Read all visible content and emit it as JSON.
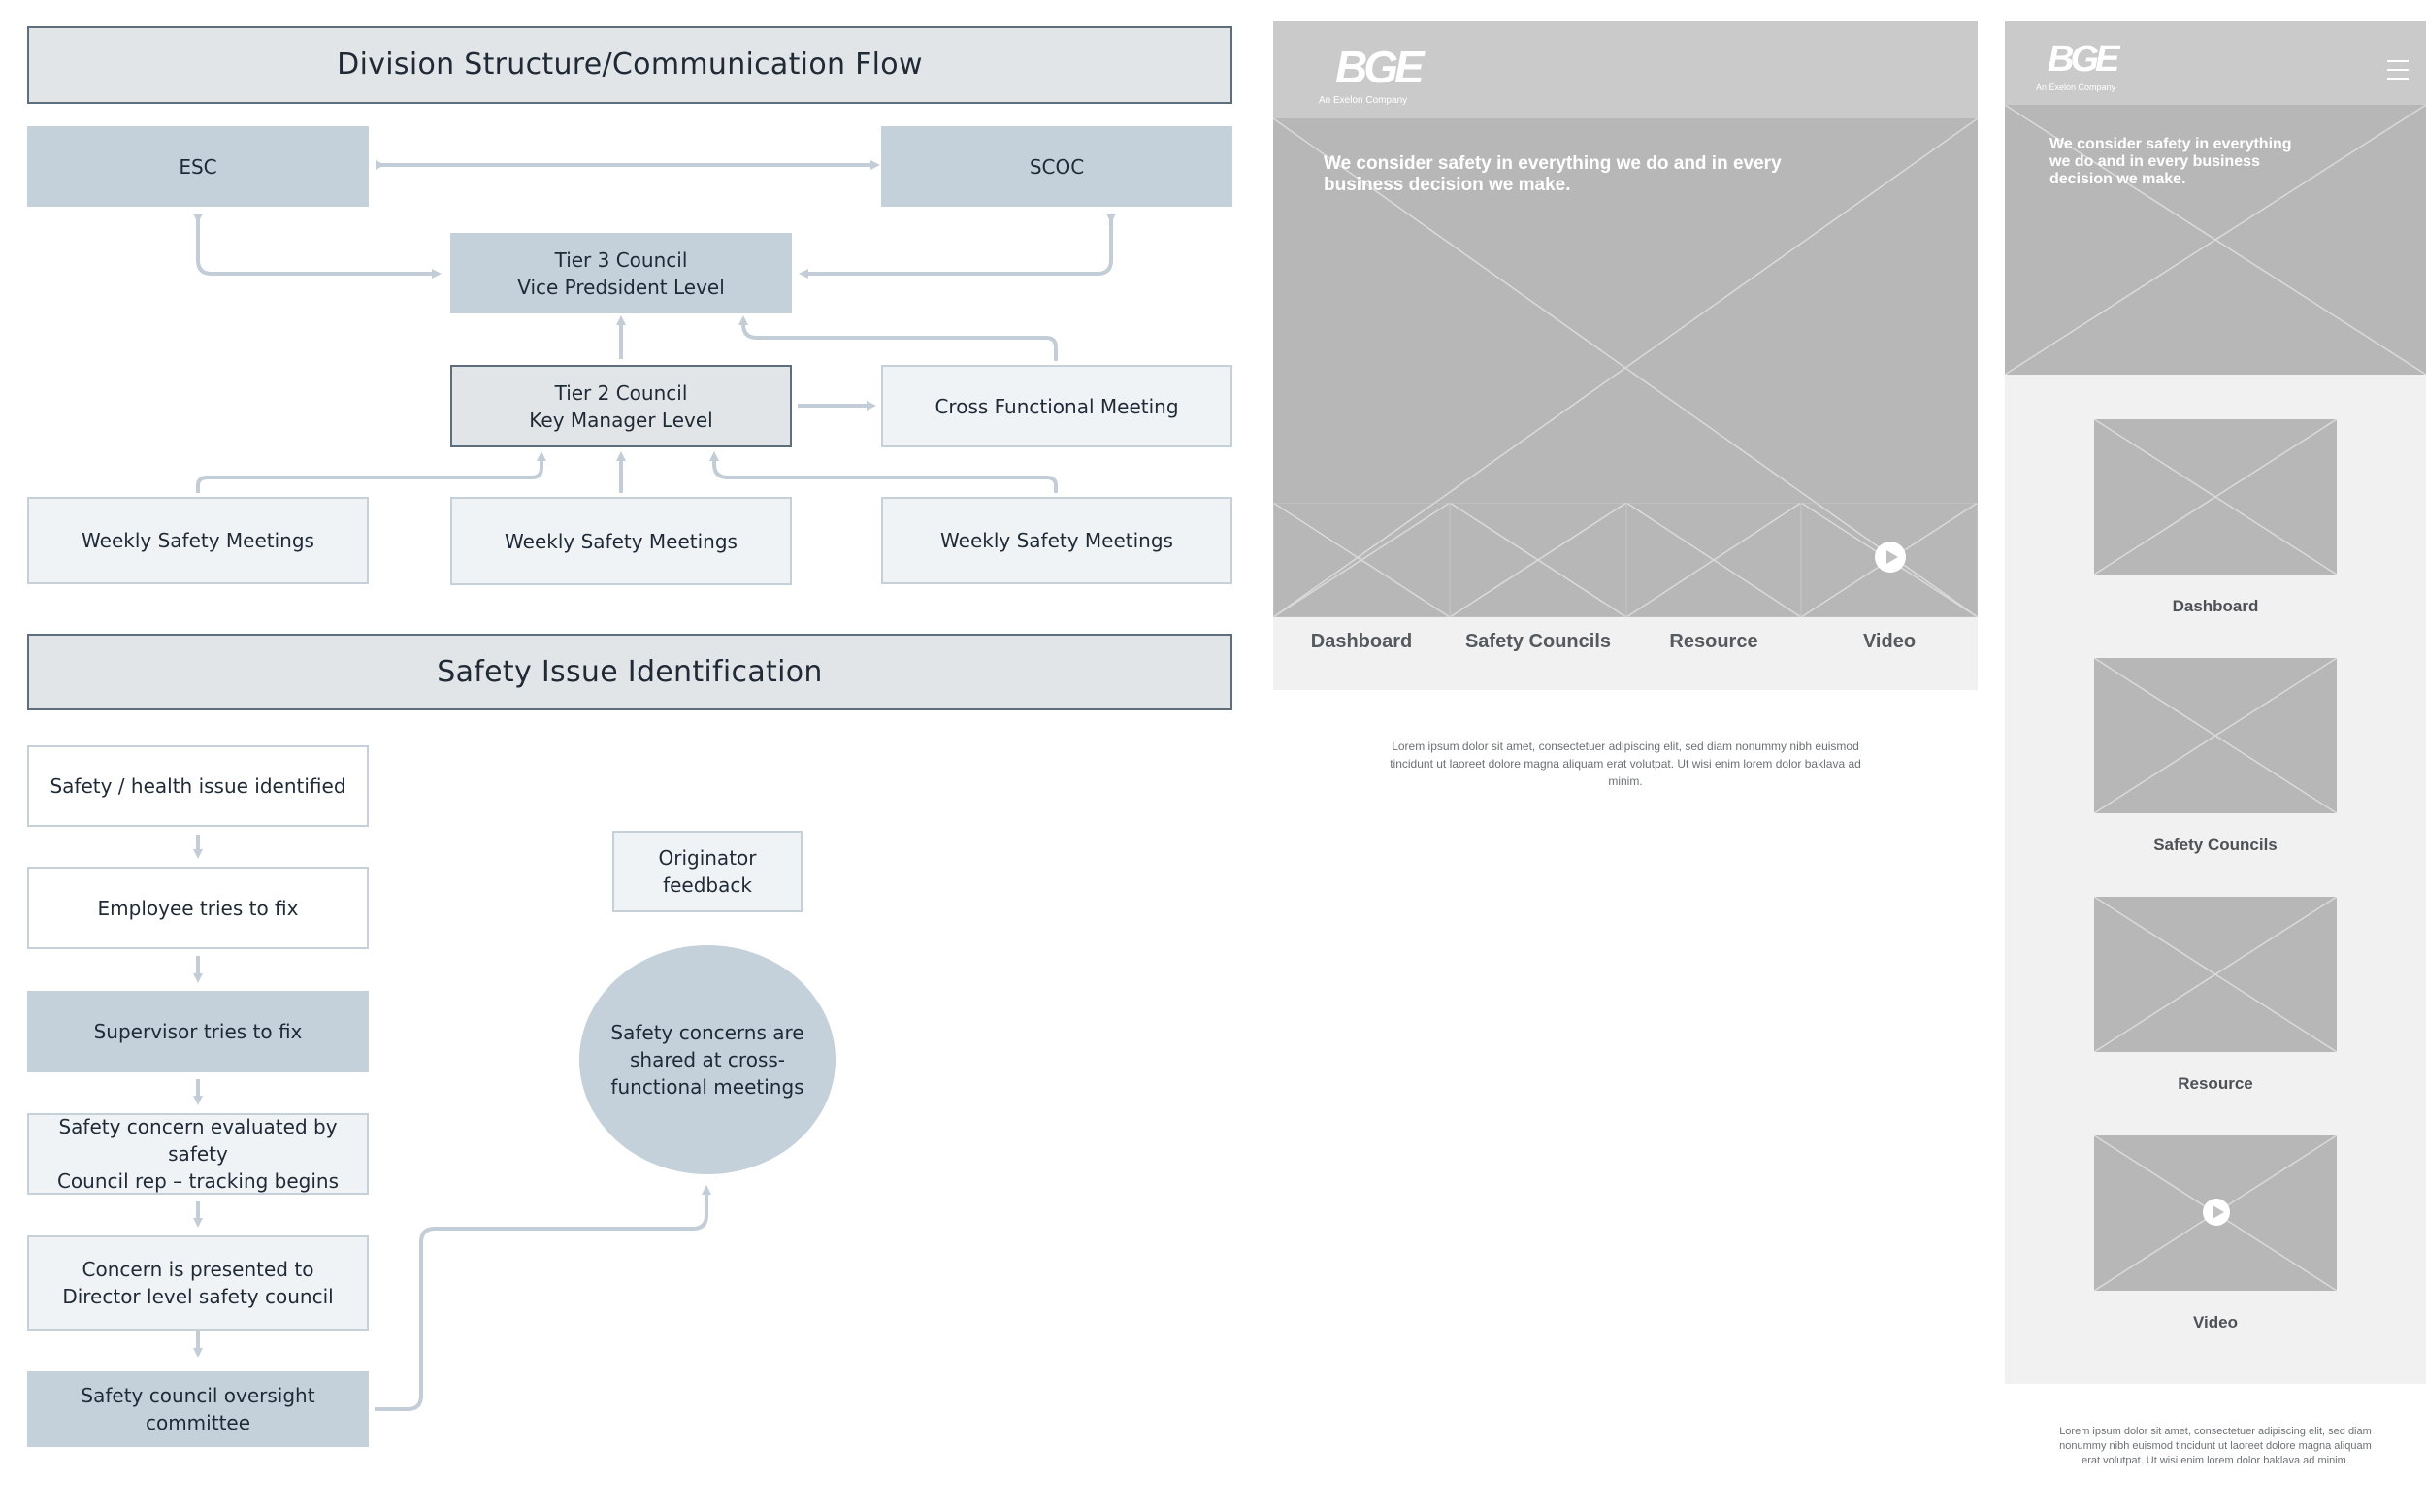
{
  "diagram": {
    "division_title": "Division Structure/Communication Flow",
    "esc": "ESC",
    "scoc": "SCOC",
    "tier3_line1": "Tier 3 Council",
    "tier3_line2": "Vice Predsident Level",
    "tier2_line1": "Tier 2 Council",
    "tier2_line2": "Key Manager Level",
    "cross_functional": "Cross Functional Meeting",
    "weekly_1": "Weekly Safety Meetings",
    "weekly_2": "Weekly Safety Meetings",
    "weekly_3": "Weekly Safety Meetings",
    "safety_title": "Safety Issue Identification",
    "step1": "Safety / health issue identified",
    "step2": "Employee tries to fix",
    "step3": "Supervisor tries to fix",
    "step4_line1": "Safety concern evaluated by safety",
    "step4_line2": "Council rep – tracking begins",
    "step5_line1": "Concern is presented to",
    "step5_line2": "Director level safety council",
    "step6": "Safety council oversight committee",
    "originator_line1": "Originator",
    "originator_line2": "feedback",
    "shared_line1": "Safety concerns are",
    "shared_line2": "shared at cross-",
    "shared_line3": "functional meetings"
  },
  "desktop": {
    "logo": "BGE",
    "logo_sub": "An Exelon Company",
    "hero_line1": "We consider safety in everything we do and in every",
    "hero_line2": "business decision we make.",
    "nav": [
      "Dashboard",
      "Safety Councils",
      "Resource",
      "Video"
    ],
    "lorem_line1": "Lorem ipsum dolor sit amet, consectetuer adipiscing elit, sed diam nonummy nibh euismod",
    "lorem_line2": "tincidunt ut laoreet dolore magna aliquam erat volutpat. Ut wisi enim lorem dolor baklava ad",
    "lorem_line3": "minim."
  },
  "mobile": {
    "logo": "BGE",
    "logo_sub": "An Exelon Company",
    "hero_line1": "We consider safety in everything",
    "hero_line2": "we do and in every business",
    "hero_line3": "decision we make.",
    "cards": [
      "Dashboard",
      "Safety Councils",
      "Resource",
      "Video"
    ],
    "lorem_line1": "Lorem ipsum dolor sit amet, consectetuer adipiscing elit, sed diam",
    "lorem_line2": "nonummy nibh euismod tincidunt ut laoreet dolore magna aliquam",
    "lorem_line3": "erat volutpat. Ut wisi enim lorem dolor baklava ad minim."
  },
  "colors": {
    "box_dark": "#c4d0da",
    "box_light": "#eff3f6",
    "header_bg": "#e2e5e8",
    "connector": "#c3cdd7",
    "wire_gray": "#b6b7b6",
    "wire_bar": "#c9cac9"
  },
  "icons": [
    "play-icon",
    "hamburger-menu-icon",
    "image-placeholder-icon"
  ]
}
